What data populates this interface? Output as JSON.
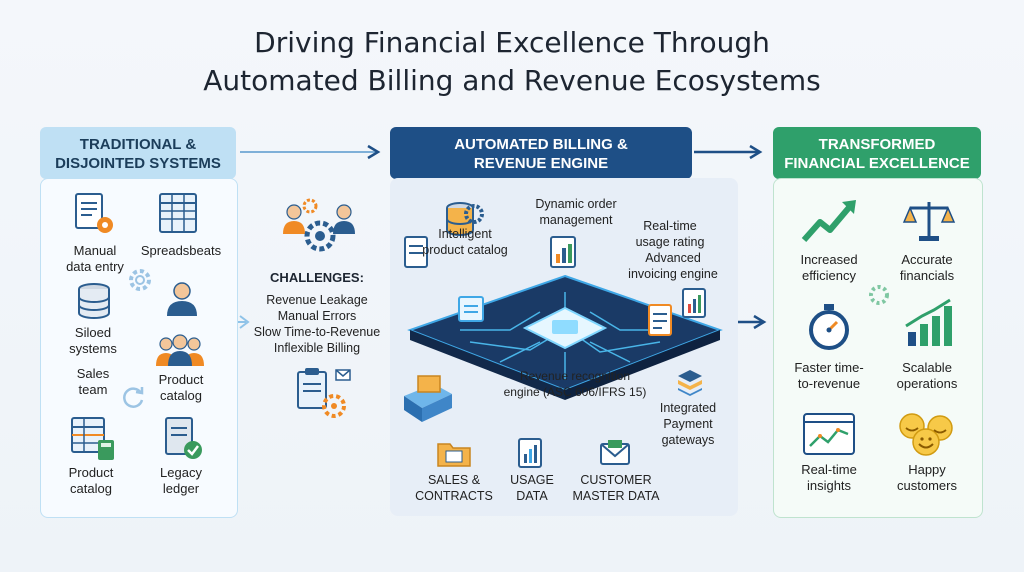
{
  "title": {
    "line1": "Driving Financial Excellence Through",
    "line2": "Automated Billing and Revenue Ecosystems"
  },
  "traditional": {
    "header_line1": "TRADITIONAL &",
    "header_line2": "DISJOINTED SYSTEMS",
    "items": [
      {
        "line1": "Manual",
        "line2": "data entry",
        "icon": "document-gear-icon"
      },
      {
        "line1": "Spreadsbeats",
        "line2": "",
        "icon": "spreadsheet-icon"
      },
      {
        "line1": "Siloed",
        "line2": "systems",
        "icon": "database-icon"
      },
      {
        "line1": "Sales",
        "line2": "team",
        "icon": "people-icon"
      },
      {
        "line1": "Product",
        "line2": "catalog",
        "icon": "team-icon"
      },
      {
        "line1": "Product",
        "line2": "catalog",
        "icon": "table-calculator-icon"
      },
      {
        "line1": "Legacy",
        "line2": "ledger",
        "icon": "ledger-check-icon"
      }
    ]
  },
  "challenges": {
    "title": "CHALLENGES:",
    "lines": [
      "Revenue Leakage",
      "Manual Errors",
      "Slow Time-to-Revenue",
      "Inflexible Billing"
    ]
  },
  "engine": {
    "header_line1": "AUTOMATED BILLING &",
    "header_line2": "REVENUE ENGINE",
    "labels": {
      "catalog_1": "Intelligent",
      "catalog_2": "product catalog",
      "order_1": "Dynamic order",
      "order_2": "management",
      "usage_1": "Real-time",
      "usage_2": "usage rating",
      "invoice_1": "Advanced",
      "invoice_2": "invoicing engine",
      "recog_1": "Revenue recognition",
      "recog_2": "engine (ASC 606/IFRS 15)",
      "payment_1": "Integrated",
      "payment_2": "Payment",
      "payment_3": "gateways"
    },
    "inputs": [
      {
        "line1": "SALES &",
        "line2": "CONTRACTS",
        "icon": "folder-icon"
      },
      {
        "line1": "USAGE",
        "line2": "DATA",
        "icon": "chart-document-icon"
      },
      {
        "line1": "CUSTOMER",
        "line2": "MASTER DATA",
        "icon": "mail-icon"
      }
    ]
  },
  "transformed": {
    "header_line1": "TRANSFORMED",
    "header_line2": "FINANCIAL EXCELLENCE",
    "items": [
      {
        "line1": "Increased",
        "line2": "efficiency",
        "icon": "trend-up-icon"
      },
      {
        "line1": "Accurate",
        "line2": "financials",
        "icon": "balance-scale-icon"
      },
      {
        "line1": "Faster time-",
        "line2": "to-revenue",
        "icon": "stopwatch-icon"
      },
      {
        "line1": "Scalable",
        "line2": "operations",
        "icon": "bar-growth-icon"
      },
      {
        "line1": "Real-time",
        "line2": "insights",
        "icon": "dashboard-icon"
      },
      {
        "line1": "Happy",
        "line2": "customers",
        "icon": "smiley-icon"
      }
    ]
  },
  "colors": {
    "traditional": "#bfe0f4",
    "engine": "#1e4f86",
    "transformed": "#2fa06b",
    "arrow": "#1e4f86"
  }
}
